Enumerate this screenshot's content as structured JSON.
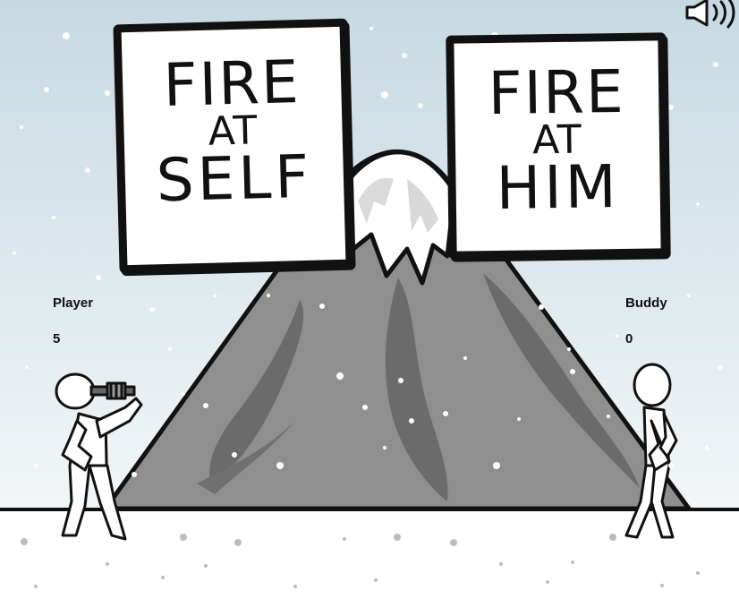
{
  "buttons": {
    "fire_at_self": {
      "line1": "FIRE",
      "line2": "AT",
      "line3": "SELF"
    },
    "fire_at_him": {
      "line1": "FIRE",
      "line2": "AT",
      "line3": "HIM"
    }
  },
  "player": {
    "name": "Player",
    "score": "5"
  },
  "buddy": {
    "name": "Buddy",
    "score": "0"
  },
  "icons": {
    "sound": "speaker-icon"
  },
  "colors": {
    "sky_top": "#c6d9e2",
    "sky_bottom": "#f2f6f8",
    "mountain": "#8f8f8f",
    "mountain_streak": "#6b6b6b",
    "snow_cap": "#ffffff",
    "ground": "#ffffff",
    "ink": "#111111"
  }
}
